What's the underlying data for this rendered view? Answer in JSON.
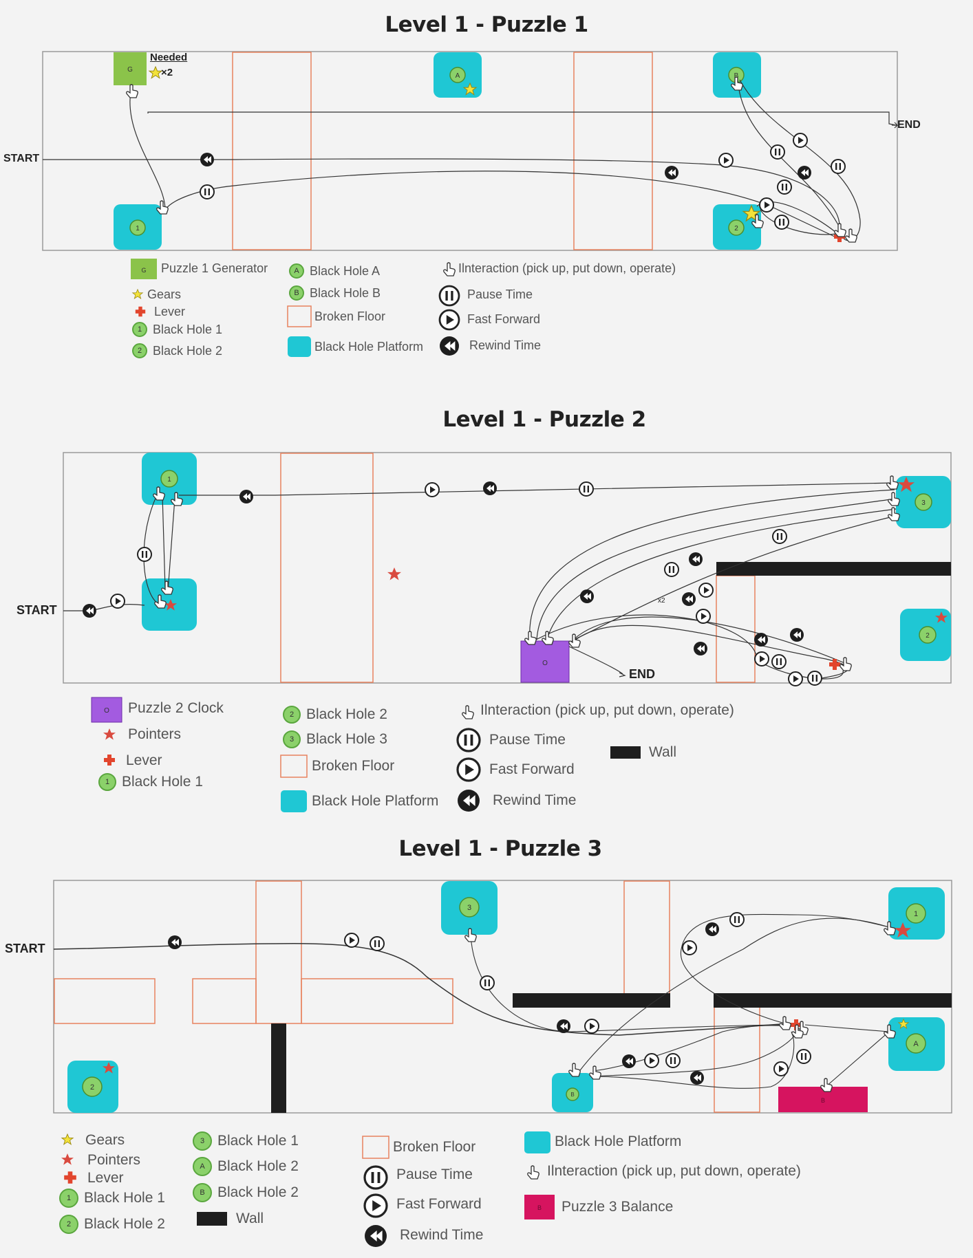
{
  "puzzle1": {
    "title": "Level 1 - Puzzle 1",
    "start": "START",
    "end": "END",
    "needed": "Needed",
    "needed_count": "×2",
    "generator_letter": "G",
    "bh_a": "A",
    "bh_b": "B",
    "bh_1": "1",
    "bh_2": "2",
    "legend": {
      "generator": "Puzzle 1 Generator",
      "gears": "Gears",
      "lever": "Lever",
      "bh1": "Black Hole 1",
      "bh2": "Black Hole 2",
      "bha": "Black Hole A",
      "bhb": "Black Hole B",
      "broken": "Broken Floor",
      "platform": "Black Hole Platform",
      "interaction": "Ilnteraction (pick up, put down, operate)",
      "pause": "Pause Time",
      "ff": "Fast Forward",
      "rewind": "Rewind Time",
      "a_letter": "A",
      "b_letter": "B",
      "one": "1",
      "two": "2"
    }
  },
  "puzzle2": {
    "title": "Level 1 - Puzzle 2",
    "start": "START",
    "end": "END",
    "x2": "x2",
    "clock_letter": "O",
    "bh_1": "1",
    "bh_2": "2",
    "bh_3": "3",
    "legend": {
      "clock": "Puzzle 2 Clock",
      "pointers": "Pointers",
      "lever": "Lever",
      "bh1": "Black Hole 1",
      "bh2": "Black Hole 2",
      "bh3": "Black Hole 3",
      "broken": "Broken Floor",
      "platform": "Black Hole Platform",
      "interaction": "Ilnteraction (pick up, put down, operate)",
      "pause": "Pause Time",
      "ff": "Fast Forward",
      "rewind": "Rewind Time",
      "wall": "Wall",
      "one": "1",
      "two": "2",
      "three": "3"
    }
  },
  "puzzle3": {
    "title": "Level 1 - Puzzle 3",
    "start": "START",
    "bh_1": "1",
    "bh_2": "2",
    "bh_3": "3",
    "bh_a": "A",
    "bh_b": "B",
    "balance_letter": "B",
    "legend": {
      "gears": "Gears",
      "pointers": "Pointers",
      "lever": "Lever",
      "bh1": "Black Hole 1",
      "bh2": "Black Hole 2",
      "bh3": "Black Hole 1",
      "bha": "Black Hole 2",
      "bhb": "Black Hole 2",
      "wall": "Wall",
      "broken": "Broken Floor",
      "pause": "Pause Time",
      "ff": "Fast Forward",
      "rewind": "Rewind Time",
      "platform": "Black Hole Platform",
      "interaction": "Ilnteraction (pick up, put down, operate)",
      "balance": "Puzzle 3 Balance",
      "one": "1",
      "two": "2",
      "three": "3",
      "a_letter": "A",
      "b_letter": "B"
    }
  },
  "colors": {
    "platform": "#1fc7d4",
    "generator": "#8bc34a",
    "black_hole": "#8bd16a",
    "broken_floor": "#e8825e",
    "clock": "#a35be0",
    "balance": "#d6145f",
    "wall": "#1e1e1e",
    "pointer": "#d94a3f",
    "gear": "#f3e23a",
    "lever": "#e2452d"
  },
  "icons": [
    "pause-icon",
    "fast-forward-icon",
    "rewind-icon",
    "hand-pointer-icon",
    "gear-icon",
    "star-pointer-icon",
    "lever-icon"
  ]
}
